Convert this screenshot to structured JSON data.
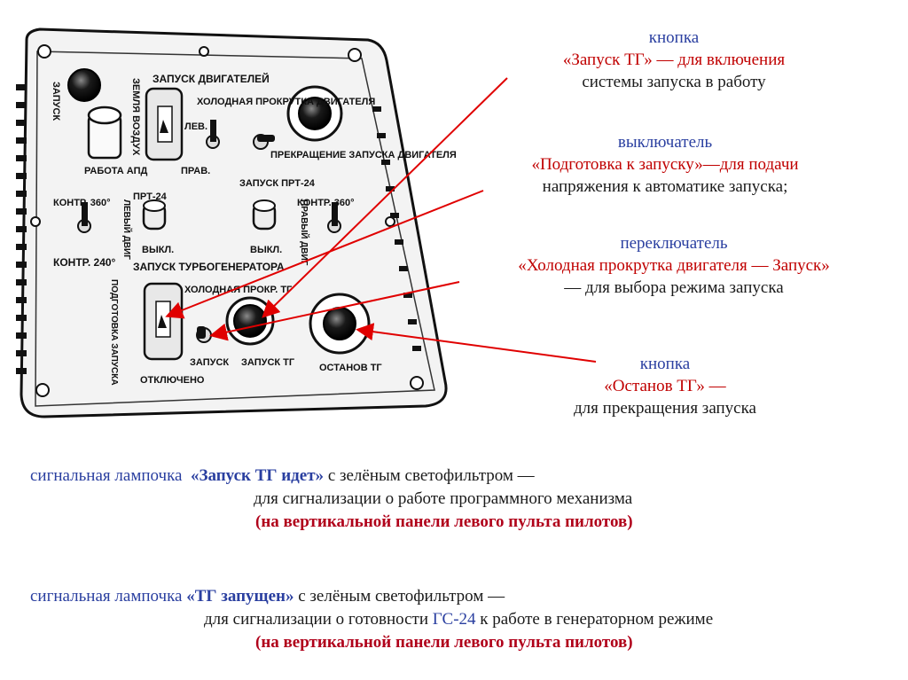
{
  "panel": {
    "labels": {
      "launch": "ЗАПУСК",
      "engine_start": "ЗАПУСК ДВИГАТЕЛЕЙ",
      "ground_air": "ЗЕМЛЯ ВОЗДУХ",
      "cold_crank": "ХОЛОДНАЯ ПРОКРУТКА ДВИГАТЕЛЯ",
      "left": "ЛЕВ.",
      "right": "ПРАВ.",
      "apd_work": "РАБОТА АПД",
      "stop_start": "ПРЕКРАЩЕНИЕ ЗАПУСКА ДВИГАТЕЛЯ",
      "contr_360_l": "КОНТР. 360°",
      "contr_360_r": "КОНТР. 360°",
      "contr_240": "КОНТР. 240°",
      "prt24": "ПРТ-24",
      "launch_prt24": "ЗАПУСК ПРТ-24",
      "left_eng": "ЛЕВЫЙ ДВИГ",
      "right_eng": "ПРАВЫЙ ДВИГ",
      "off_l": "ВЫКЛ.",
      "off_r": "ВЫКЛ.",
      "tg_start": "ЗАПУСК ТУРБОГЕНЕРАТОРА",
      "prep_start": "ПОДГОТОВКА ЗАПУСКА",
      "cold_crank_tg": "ХОЛОДНАЯ ПРОКР. ТГ",
      "launch_bottom": "ЗАПУСК",
      "off_bottom": "ОТКЛЮЧЕНО",
      "launch_tg": "ЗАПУСК ТГ",
      "stop_tg": "ОСТАНОВ ТГ"
    }
  },
  "annotations": {
    "a1": {
      "l1": "кнопка",
      "l2": "«Запуск ТГ» — для включения",
      "l3": "системы  запуска в работу"
    },
    "a2": {
      "l1": "выключатель",
      "l2": "«Подготовка к запуску»—для подачи",
      "l3": "напряжения к автоматике запуска;"
    },
    "a3": {
      "l1": "переключатель",
      "l2": "«Холодная прокрутка двигателя — Запуск»",
      "l3": "— для выбора режима запуска"
    },
    "a4": {
      "l1": "кнопка",
      "l2": "«Останов ТГ» —",
      "l3": "для прекращения запуска"
    }
  },
  "signals": {
    "s1": {
      "prefix": "сигнальная лампочка  ",
      "name": "«Запуск ТГ идет»",
      "suffix": " с зелёным светофильтром —",
      "line2": "для сигнализации о работе  программного механизма",
      "line3": "(на вертикальной панели левого пульта пилотов)"
    },
    "s2": {
      "prefix": "сигнальная лампочка ",
      "name": "«ТГ запущен»",
      "suffix": " с зелёным светофильтром —",
      "line2_a": "для сигнализации о готовности ",
      "line2_b": "ГС-24",
      "line2_c": " к работе в генераторном режиме",
      "line3": "(на вертикальной панели левого пульта пилотов)"
    }
  },
  "colors": {
    "arrow": "#e00000",
    "blue": "#2a3fa0",
    "darkred": "#b0001a"
  }
}
